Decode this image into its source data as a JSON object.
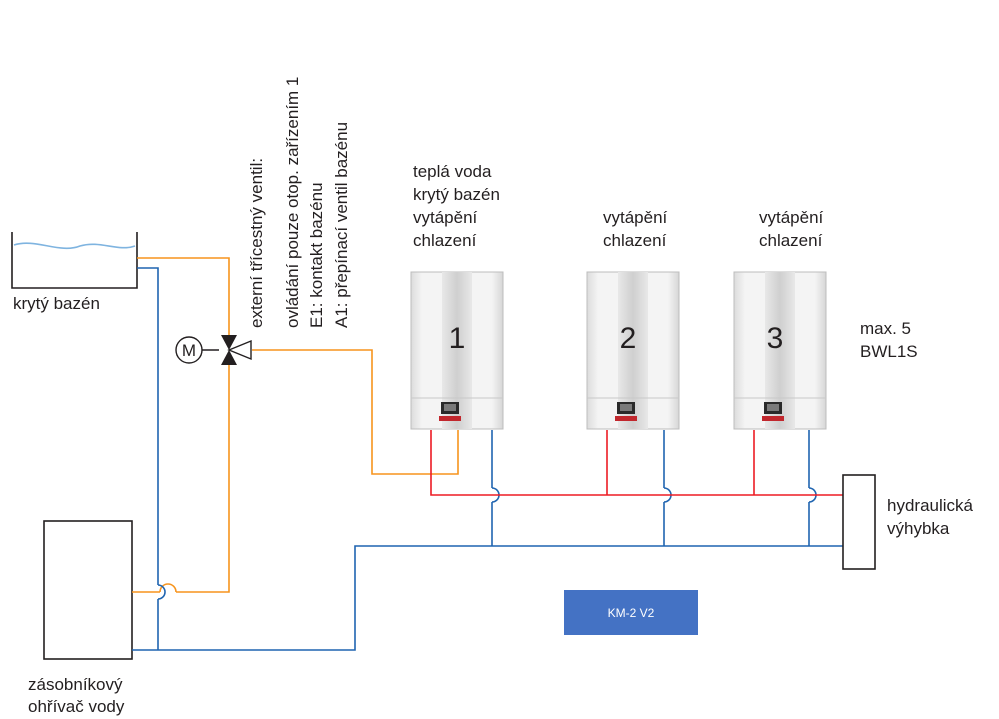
{
  "pool": {
    "label": "krytý bazén"
  },
  "tank": {
    "label_line1": "zásobníkový",
    "label_line2": "ohřívač vody"
  },
  "valve": {
    "motor_letter": "M",
    "note_lines": [
      "externí třícestný ventil:",
      "ovládání pouze otop. zařízením 1",
      "E1: kontakt bazénu",
      "A1: přepínací ventil bazénu"
    ]
  },
  "units": [
    {
      "number": "1",
      "labels": [
        "teplá voda",
        "krytý bazén",
        "vytápění",
        "chlazení"
      ]
    },
    {
      "number": "2",
      "labels": [
        "vytápění",
        "chlazení"
      ]
    },
    {
      "number": "3",
      "labels": [
        "vytápění",
        "chlazení"
      ]
    }
  ],
  "max_note": {
    "line1": "max. 5",
    "line2": "BWL1S"
  },
  "separator": {
    "line1": "hydraulická",
    "line2": "výhybka"
  },
  "module": {
    "label": "KM-2 V2"
  },
  "colors": {
    "orange": "#f7941d",
    "red": "#ed1c24",
    "blue": "#1f64b0",
    "module_fill": "#4472c4",
    "water": "#7fb4e0"
  }
}
